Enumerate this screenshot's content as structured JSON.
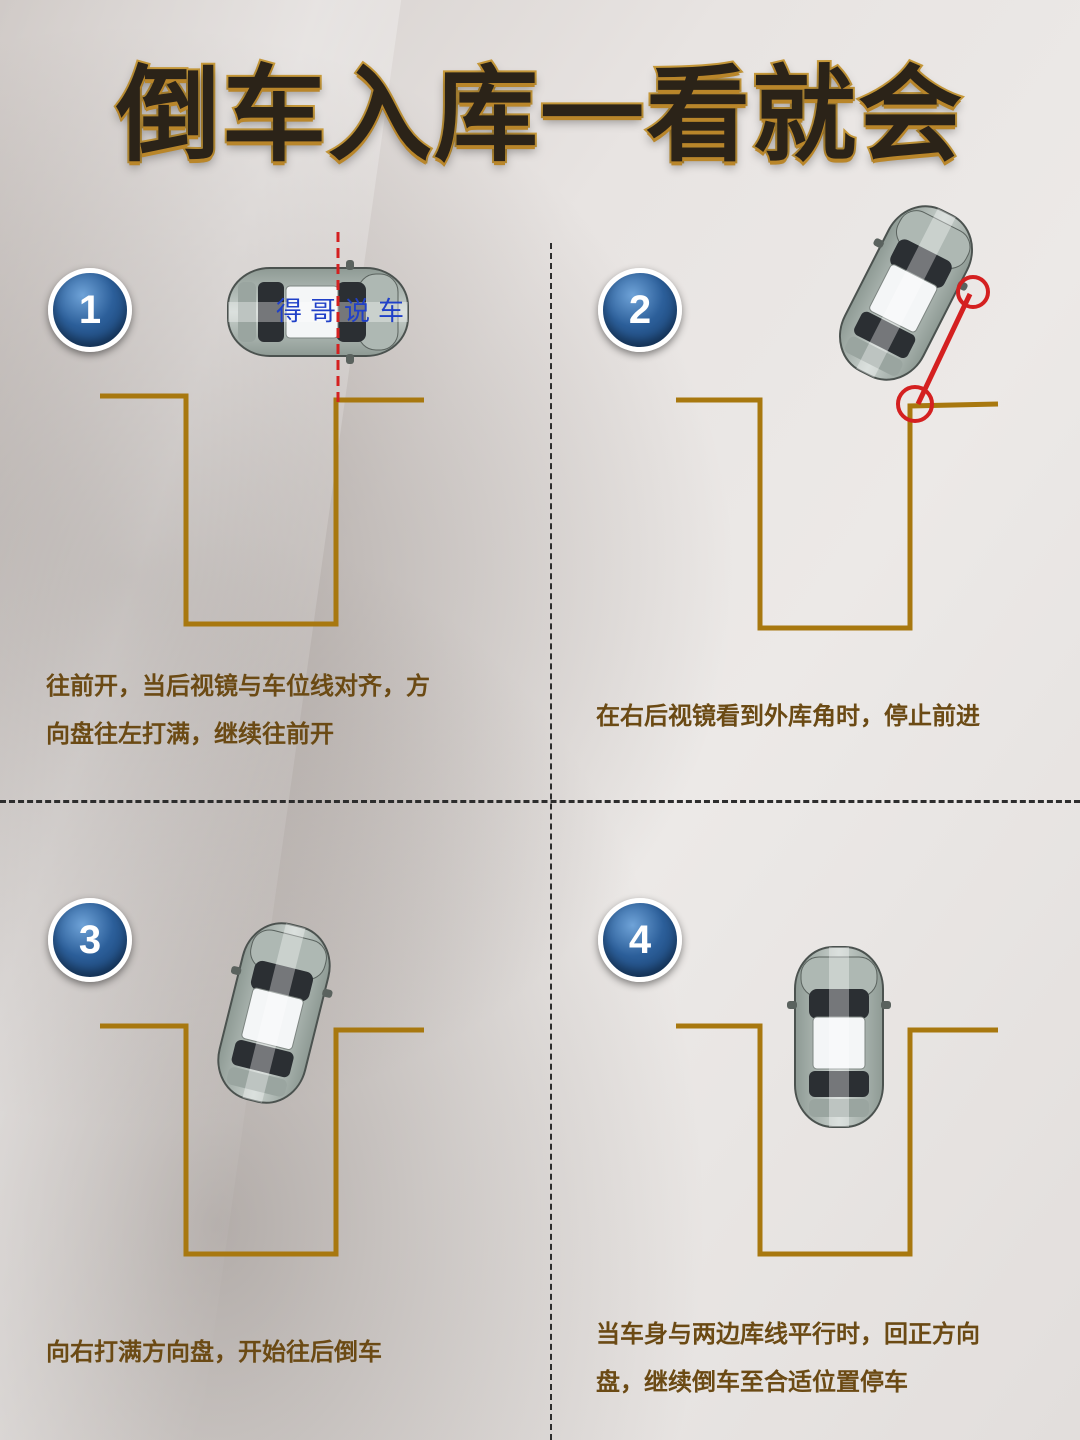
{
  "title": "倒车入库一看就会",
  "watermark": "得哥说车",
  "colors": {
    "slot_line": "#a8780f",
    "guide_red": "#d42020",
    "badge_blue": "#2c5f9a",
    "caption_brown": "#6b4a14"
  },
  "steps": [
    {
      "number": "1",
      "lines": [
        "往前开，当后视镜与车位线对齐，方",
        "向盘往左打满，继续往前开"
      ]
    },
    {
      "number": "2",
      "lines": [
        "在右后视镜看到外库角时，停止前进"
      ]
    },
    {
      "number": "3",
      "lines": [
        "向右打满方向盘，开始往后倒车"
      ]
    },
    {
      "number": "4",
      "lines": [
        "当车身与两边库线平行时，回正方向",
        "盘，继续倒车至合适位置停车"
      ]
    }
  ]
}
